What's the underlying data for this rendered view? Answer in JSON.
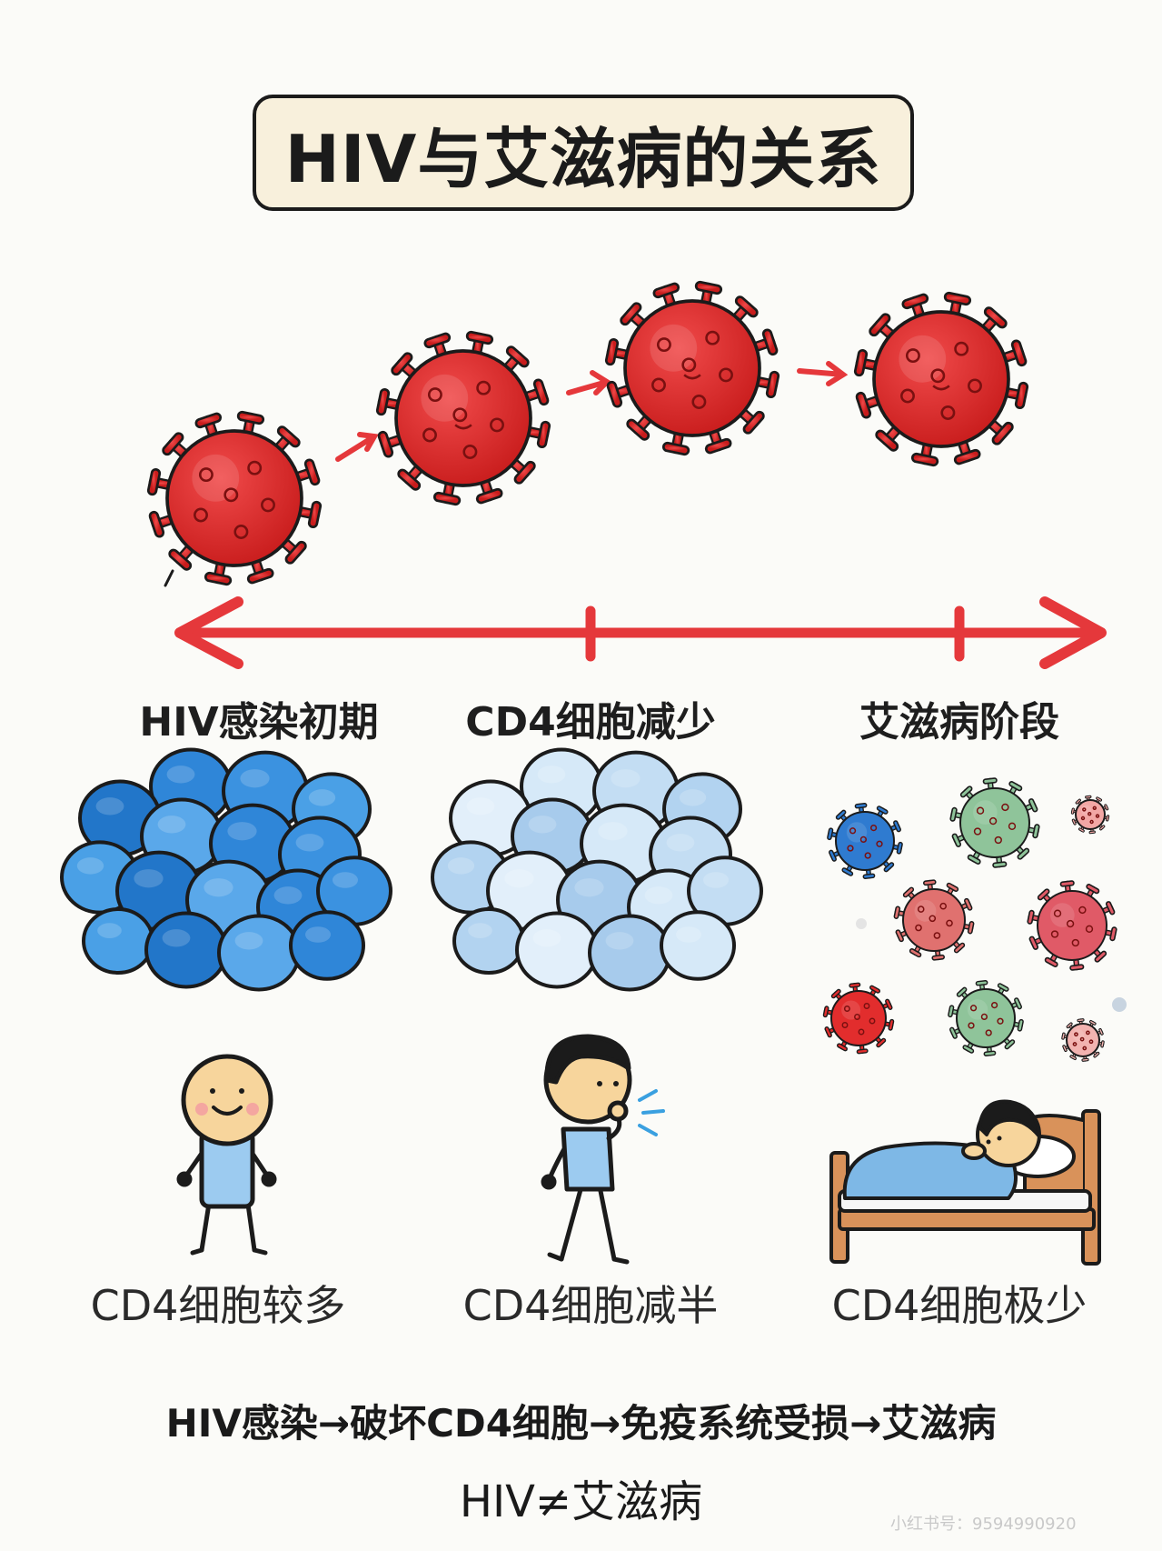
{
  "title": "HIV与艾滋病的关系",
  "stages": [
    {
      "label": "HIV感染初期",
      "caption": "CD4细胞较多"
    },
    {
      "label": "CD4细胞减少",
      "caption": "CD4细胞减半"
    },
    {
      "label": "艾滋病阶段",
      "caption": "CD4细胞极少"
    }
  ],
  "chain": "HIV感染→破坏CD4细胞→免疫系统受损→艾滋病",
  "note": "HIV≠艾滋病",
  "watermark": "小红书号：9594990920",
  "colors": {
    "virus_red": "#e02a2a",
    "timeline_red": "#e5383b",
    "cell_blue": "#2f86d8",
    "cell_light_blue": "#cfe4f6",
    "title_bg": "#f8f0dc"
  }
}
